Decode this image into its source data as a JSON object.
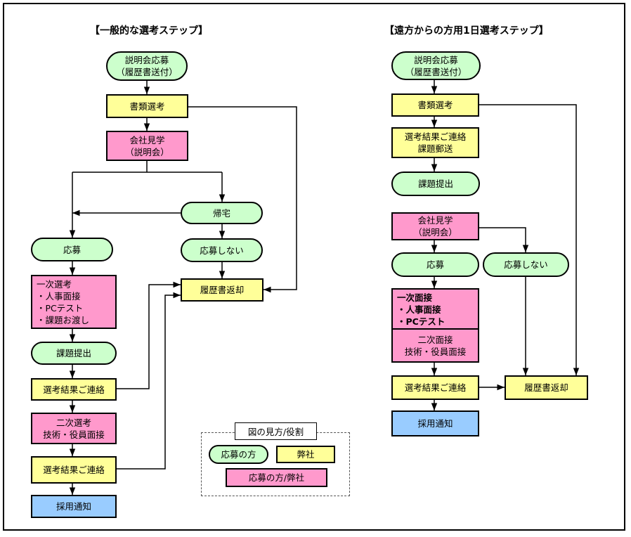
{
  "left": {
    "title": "【一般的な選考ステップ】",
    "n1": "説明会応募\n（履歴書送付）",
    "n2": "書類選考",
    "n3": "会社見学\n（説明会）",
    "n4": "帰宅",
    "n5": "応募",
    "n6": "応募しない",
    "n7": "履歴書返却",
    "n8": "一次選考\n・人事面接\n・PCテスト\n・課題お渡し",
    "n9": "課題提出",
    "n10": "選考結果ご連絡",
    "n11": "二次選考\n技術・役員面接",
    "n12": "選考結果ご連絡",
    "n13": "採用通知"
  },
  "right": {
    "title": "【遠方からの方用1日選考ステップ】",
    "n1": "説明会応募\n（履歴書送付）",
    "n2": "書類選考",
    "n3": "選考結果ご連絡\n課題郵送",
    "n4": "課題提出",
    "n5": "会社見学\n（説明会）",
    "n6": "応募",
    "n7": "応募しない",
    "n8": "一次面接\n・人事面接\n・PCテスト",
    "n9": "二次面接\n技術・役員面接",
    "n10": "選考結果ご連絡",
    "n11": "履歴書返却",
    "n12": "採用通知"
  },
  "legend": {
    "title": "図の見方/役割",
    "applicant": "応募の方",
    "company": "弊社",
    "both": "応募の方/弊社"
  },
  "colors": {
    "applicant_green": "#ccffcc",
    "company_yellow": "#ffff99",
    "both_pink": "#ff99cc",
    "hire_blue": "#99ccff"
  }
}
